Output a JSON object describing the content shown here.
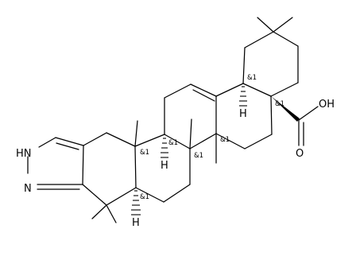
{
  "molecule": {
    "heteroatoms": {
      "nh": "HN",
      "n": "N",
      "oh": "OH",
      "o": "O"
    },
    "hydrogens": {
      "h1": "H",
      "h2": "H",
      "h3": "H",
      "h4": "H"
    },
    "stereo_label": "&1"
  }
}
